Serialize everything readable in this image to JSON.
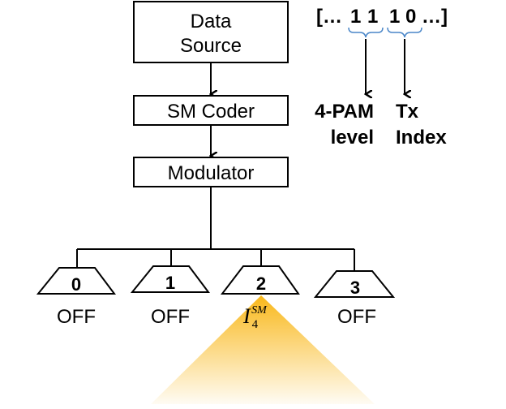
{
  "blocks": {
    "data_source_line1": "Data",
    "data_source_line2": "Source",
    "sm_coder": "SM Coder",
    "modulator": "Modulator"
  },
  "bitstream": {
    "open": "[…",
    "bit1": "1",
    "bit2": "1",
    "bit3": "1",
    "bit4": "0",
    "close": "…]"
  },
  "annotations": {
    "pam_line1": "4-PAM",
    "pam_line2": "level",
    "tx_line1": "Tx",
    "tx_line2": "Index"
  },
  "transmitters": [
    {
      "index": "0",
      "state": "OFF"
    },
    {
      "index": "1",
      "state": "OFF"
    },
    {
      "index": "2",
      "state_symbol": "I",
      "state_sub": "4",
      "state_sup": "SM"
    },
    {
      "index": "3",
      "state": "OFF"
    }
  ],
  "colors": {
    "light_beam": "#f9b81b",
    "brace": "#4a86c8",
    "stroke": "#000000"
  }
}
